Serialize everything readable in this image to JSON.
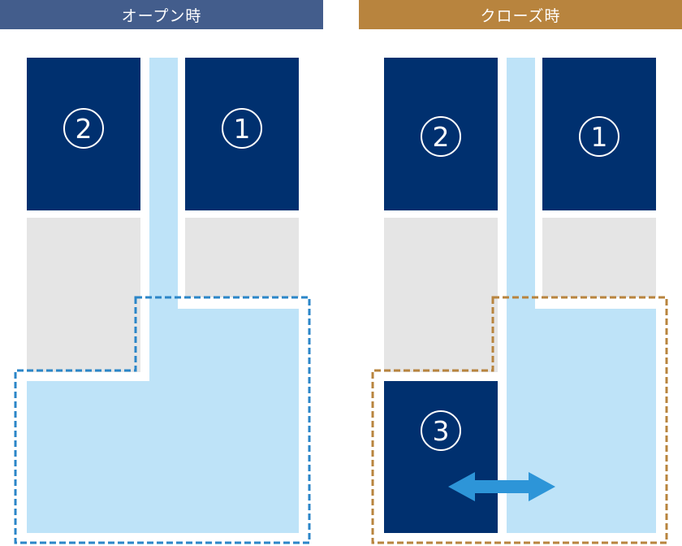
{
  "headers": {
    "open": "オープン時",
    "close": "クローズ時"
  },
  "panels": {
    "open": {
      "room_1": "1",
      "room_2": "2"
    },
    "close": {
      "room_1": "1",
      "room_2": "2",
      "room_3": "3"
    }
  },
  "colors": {
    "navy": "#00306f",
    "light_blue": "#bee3f8",
    "gray": "#e5e5e5",
    "open_header": "#435d8c",
    "close_header": "#b8843e",
    "open_outline": "#2b86c8",
    "close_outline": "#b8843e",
    "arrow": "#2d95d8"
  },
  "icons": {
    "arrow": "double-headed-arrow-icon"
  }
}
